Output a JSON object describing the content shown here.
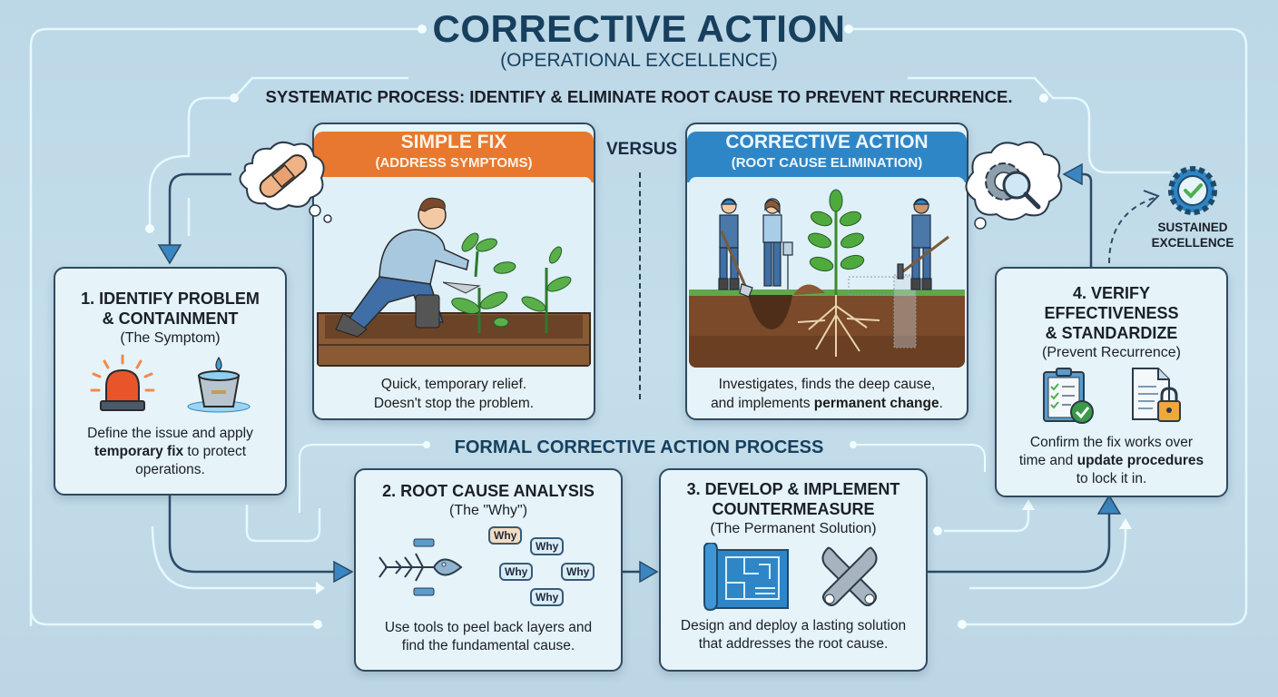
{
  "header": {
    "title": "CORRECTIVE ACTION",
    "subtitle": "(OPERATIONAL EXCELLENCE)",
    "tagline": "SYSTEMATIC PROCESS: IDENTIFY & ELIMINATE ROOT CAUSE TO PREVENT RECURRENCE."
  },
  "comparison": {
    "versus_label": "VERSUS",
    "simple_fix": {
      "title": "SIMPLE FIX",
      "subtitle": "(ADDRESS SYMPTOMS)",
      "caption_line1": "Quick, temporary relief.",
      "caption_line2": "Doesn't stop the problem.",
      "thought_icon": "bandage-icon",
      "color": "#e8782f"
    },
    "corrective_action": {
      "title": "CORRECTIVE ACTION",
      "subtitle": "(ROOT CAUSE ELIMINATION)",
      "caption_line1": "Investigates, finds the deep cause,",
      "caption_line2_prefix": "and implements ",
      "caption_line2_bold": "permanent change",
      "caption_line2_suffix": ".",
      "thought_icon": "gear-magnifier-icon",
      "color": "#2f86c6"
    }
  },
  "process": {
    "section_title": "FORMAL CORRECTIVE ACTION PROCESS",
    "steps": [
      {
        "title_line1": "1. IDENTIFY PROBLEM",
        "title_line2": "& CONTAINMENT",
        "subtitle": "(The Symptom)",
        "desc_line1": "Define the issue and apply",
        "desc_bold": "temporary fix",
        "desc_after_bold": " to protect",
        "desc_line3": "operations.",
        "icons": [
          "alarm-light-icon",
          "leaking-bucket-icon"
        ]
      },
      {
        "title_line1": "2. ROOT CAUSE ANALYSIS",
        "subtitle": "(The \"Why\")",
        "desc_line1": "Use tools to peel back layers and",
        "desc_line2": "find the fundamental cause.",
        "icons": [
          "fishbone-diagram-icon",
          "why-bubbles-icon"
        ],
        "why_bubbles": [
          "Why",
          "Why",
          "Why",
          "Why",
          "Why"
        ]
      },
      {
        "title_line1": "3. DEVELOP & IMPLEMENT",
        "title_line2": "COUNTERMEASURE",
        "subtitle": "(The Permanent Solution)",
        "desc_line1": "Design and deploy a lasting solution",
        "desc_line2": "that addresses the root cause.",
        "icons": [
          "blueprint-icon",
          "wrenches-icon"
        ]
      },
      {
        "title_line1": "4. VERIFY",
        "title_line2": "EFFECTIVENESS",
        "title_line3": "& STANDARDIZE",
        "subtitle": "(Prevent Recurrence)",
        "desc_line1": "Confirm the fix works over",
        "desc_prefix": "time and ",
        "desc_bold": "update procedures",
        "desc_line3": "to lock it in.",
        "icons": [
          "checklist-clipboard-icon",
          "locked-document-icon"
        ]
      }
    ]
  },
  "outcome": {
    "label_line1": "SUSTAINED",
    "label_line2": "EXCELLENCE",
    "icon": "gear-check-icon"
  },
  "colors": {
    "background": "#c0dae8",
    "title": "#17405e",
    "panel_border": "#2f4a60",
    "arrow": "#3a86c0",
    "glow_line": "#e8fbff"
  }
}
